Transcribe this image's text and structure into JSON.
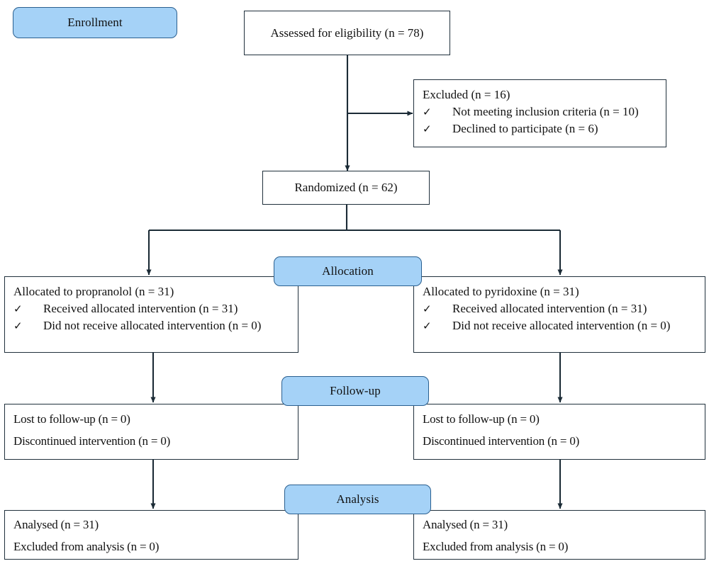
{
  "stages": {
    "enrollment": "Enrollment",
    "allocation": "Allocation",
    "followup": "Follow-up",
    "analysis": "Analysis"
  },
  "boxes": {
    "assessed": "Assessed for eligibility (n = 78)",
    "excluded": {
      "title": "Excluded (n = 16)",
      "items": [
        "Not meeting inclusion criteria (n = 10)",
        "Declined to participate (n = 6)"
      ]
    },
    "randomized": "Randomized (n = 62)",
    "allocation_left": {
      "title": "Allocated to propranolol (n = 31)",
      "items": [
        "Received allocated intervention (n = 31)",
        "Did not receive allocated intervention (n = 0)"
      ]
    },
    "allocation_right": {
      "title": "Allocated to pyridoxine (n = 31)",
      "items": [
        "Received allocated intervention (n = 31)",
        "Did not receive allocated intervention (n = 0)"
      ]
    },
    "followup_left": {
      "line1": "Lost to follow-up (n = 0)",
      "line2": "Discontinued intervention (n = 0)"
    },
    "followup_right": {
      "line1": "Lost to follow-up (n = 0)",
      "line2": "Discontinued intervention (n = 0)"
    },
    "analysis_left": {
      "line1": "Analysed (n = 31)",
      "line2": "Excluded from analysis (n = 0)"
    },
    "analysis_right": {
      "line1": "Analysed (n = 31)",
      "line2": "Excluded from analysis (n = 0)"
    }
  },
  "icons": {
    "check": "✓"
  },
  "colors": {
    "pill_fill": "#a5d2f7",
    "pill_border": "#2a5f8f",
    "box_border": "#20303c",
    "line": "#1b2b36",
    "text": "#111111",
    "background": "#ffffff"
  }
}
